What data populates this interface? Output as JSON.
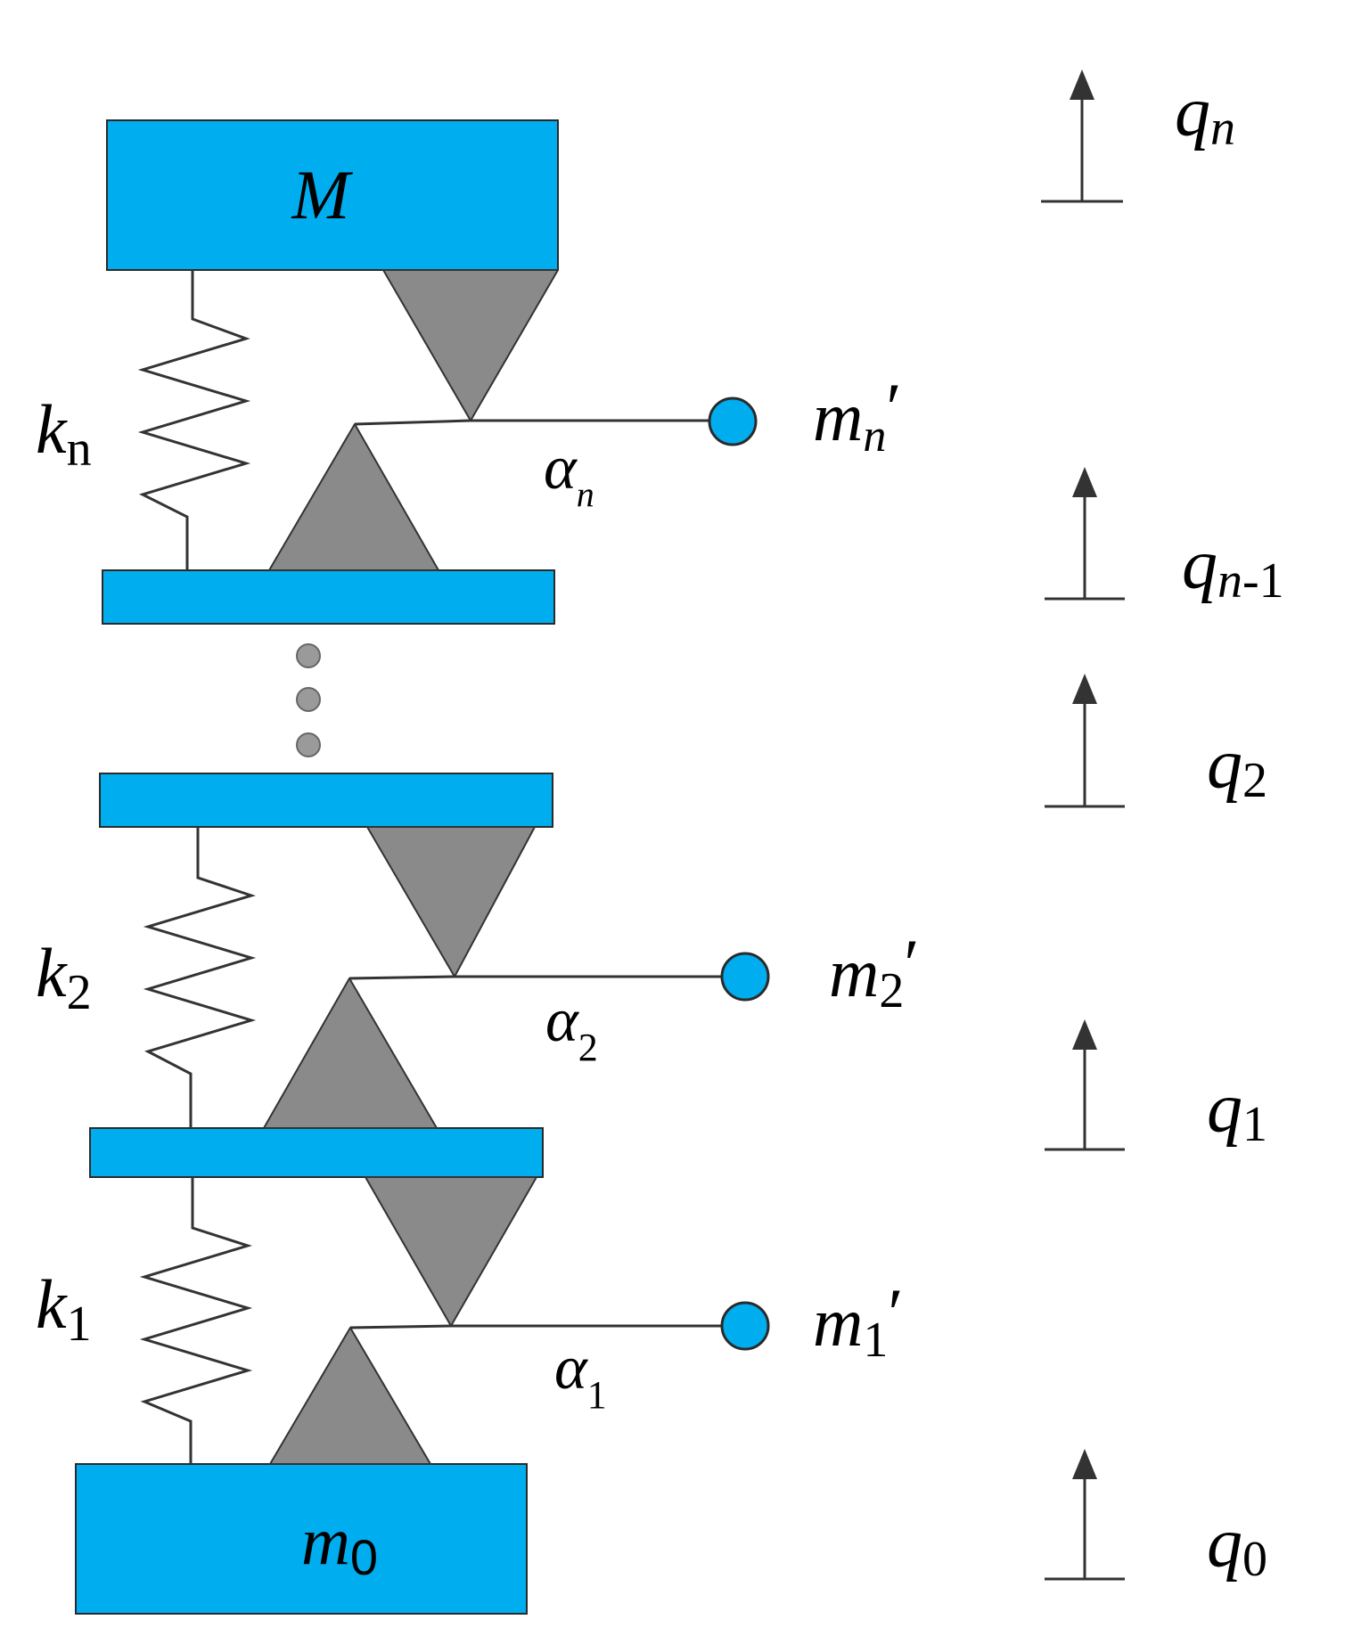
{
  "colors": {
    "mass_fill": "#00adef",
    "mass_stroke": "#2a2a2a",
    "wedge_fill": "#8a8a8a",
    "wedge_stroke": "#333333",
    "line": "#333333",
    "dot": "#9a9a9a",
    "arrow": "#333333"
  },
  "masses": {
    "top_label": "M",
    "bottom_label_main": "m",
    "bottom_label_sub": "0"
  },
  "springs": [
    {
      "main": "k",
      "sub": "n"
    },
    {
      "main": "k",
      "sub": "2"
    },
    {
      "main": "k",
      "sub": "1"
    }
  ],
  "angles": [
    {
      "main": "α",
      "sub": "n"
    },
    {
      "main": "α",
      "sub": "2"
    },
    {
      "main": "α",
      "sub": "1"
    }
  ],
  "pendulum_masses": [
    {
      "main": "m",
      "sub": "n",
      "prime": "′"
    },
    {
      "main": "m",
      "sub": "2",
      "prime": "′"
    },
    {
      "main": "m",
      "sub": "1",
      "prime": "′"
    }
  ],
  "coordinates": [
    {
      "main": "q",
      "sub": "n"
    },
    {
      "main": "q",
      "sub": "n",
      "sub_extra": "-1"
    },
    {
      "main": "q",
      "sub": "2"
    },
    {
      "main": "q",
      "sub": "1"
    },
    {
      "main": "q",
      "sub": "0"
    }
  ],
  "ellipsis_icon": "vertical-ellipsis-dots"
}
